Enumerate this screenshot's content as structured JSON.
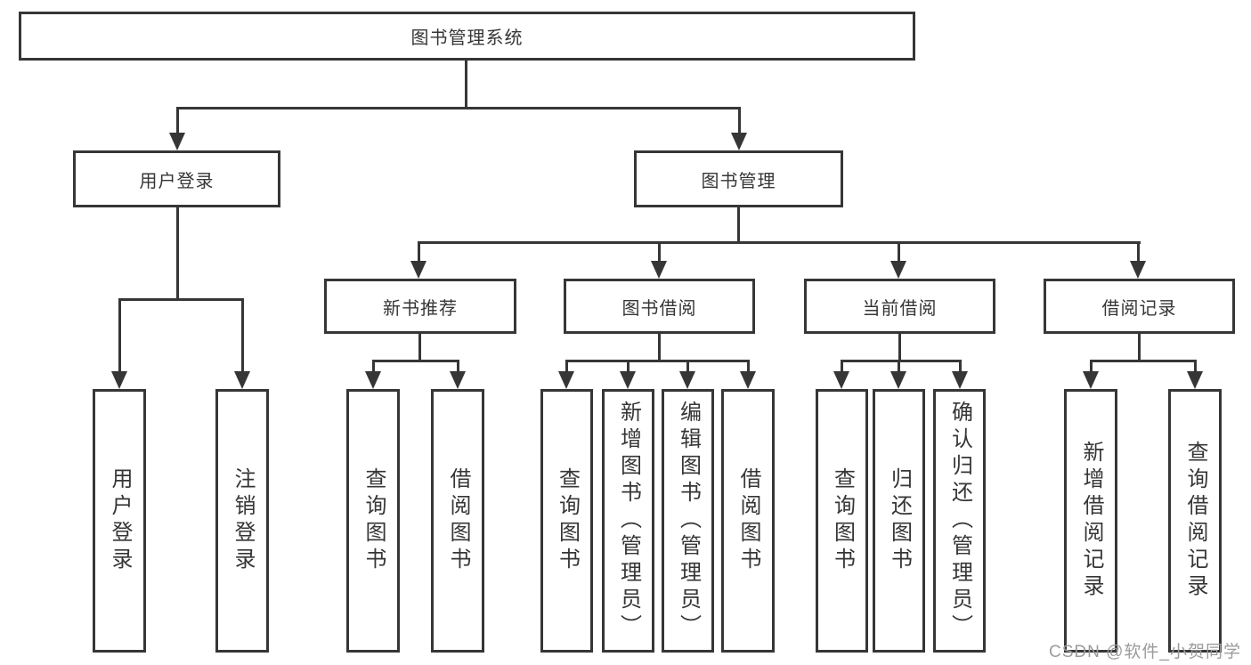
{
  "tree": {
    "label": "图书管理系统",
    "children": [
      {
        "label": "用户登录",
        "children": [
          {
            "label": "用户登录"
          },
          {
            "label": "注销登录"
          }
        ]
      },
      {
        "label": "图书管理",
        "children": [
          {
            "label": "新书推荐",
            "children": [
              {
                "label": "查询图书"
              },
              {
                "label": "借阅图书"
              }
            ]
          },
          {
            "label": "图书借阅",
            "children": [
              {
                "label": "查询图书"
              },
              {
                "label": "新增图书（管理员）"
              },
              {
                "label": "编辑图书（管理员）"
              },
              {
                "label": "借阅图书"
              }
            ]
          },
          {
            "label": "当前借阅",
            "children": [
              {
                "label": "查询图书"
              },
              {
                "label": "归还图书"
              },
              {
                "label": "确认归还（管理员）"
              }
            ]
          },
          {
            "label": "借阅记录",
            "children": [
              {
                "label": "新增借阅记录"
              },
              {
                "label": "查询借阅记录"
              }
            ]
          }
        ]
      }
    ]
  },
  "watermark": "CSDN @软件_小贺同学",
  "colors": {
    "line": "#363636",
    "text": "#363636",
    "watermark": "#9b9b9b",
    "background": "#ffffff"
  }
}
